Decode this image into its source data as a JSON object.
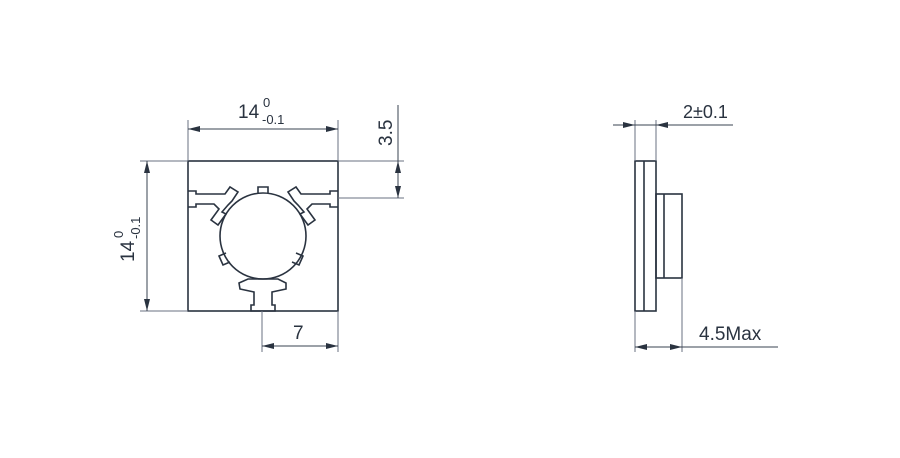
{
  "drawing": {
    "front_view": {
      "width_dim": {
        "main": "14",
        "upper_tol": "0",
        "lower_tol": "-0.1"
      },
      "height_dim": {
        "main": "14",
        "upper_tol": "0",
        "lower_tol": "-0.1"
      },
      "offset_dim": "3.5",
      "half_width_dim": "7"
    },
    "side_view": {
      "thickness_dim": "2±0.1",
      "overall_depth_dim": "4.5Max"
    },
    "colors": {
      "line": "#2a3340",
      "extension": "#6a7280",
      "background": "#ffffff"
    }
  }
}
